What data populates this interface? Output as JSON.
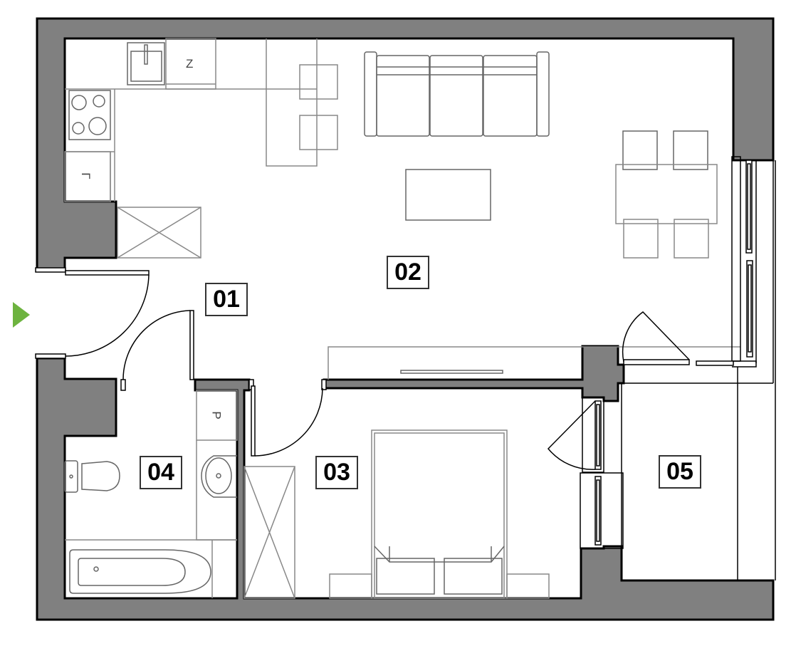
{
  "plan": {
    "type": "apartment floor plan",
    "entrance_marker_color": "#6db33f",
    "wall_color": "#808080",
    "rooms": [
      {
        "id": "01",
        "label": "01",
        "name": "hallway"
      },
      {
        "id": "02",
        "label": "02",
        "name": "living room with kitchen"
      },
      {
        "id": "03",
        "label": "03",
        "name": "bedroom"
      },
      {
        "id": "04",
        "label": "04",
        "name": "bathroom"
      },
      {
        "id": "05",
        "label": "05",
        "name": "balcony"
      }
    ],
    "appliance_letters": {
      "fridge": "Z",
      "dishwasher": "L",
      "washing_machine": "P"
    }
  }
}
